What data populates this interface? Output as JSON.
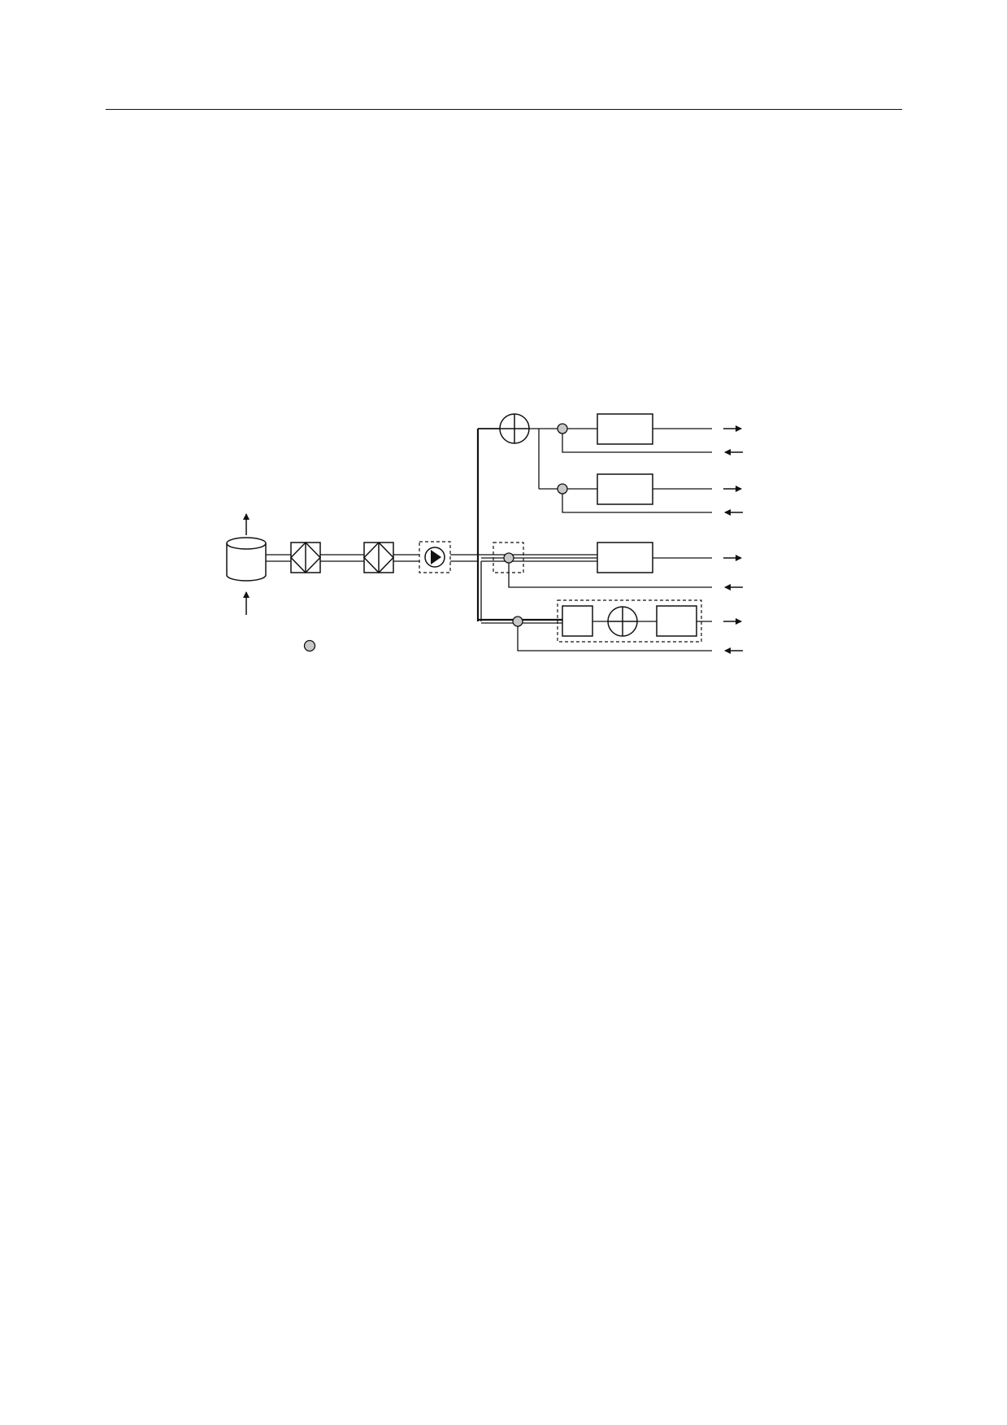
{
  "page": {
    "title": ""
  },
  "diagram": {
    "caption": "",
    "components": {
      "storage_tank": "storage-tank",
      "heat_exchangers": 2,
      "pump": 1,
      "branches": 4,
      "valve_nodes": 5,
      "consumer_boxes": 5,
      "mixers": 2
    },
    "colors": {
      "line": "#111111",
      "node_fill": "#c8c8c8"
    }
  }
}
